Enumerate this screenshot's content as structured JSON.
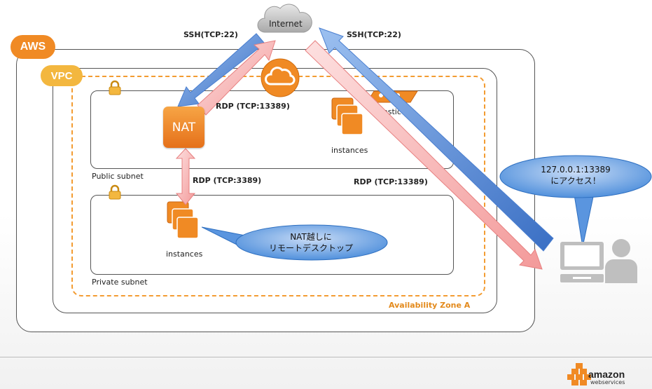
{
  "labels": {
    "internet": "Internet",
    "ssh_left": "SSH(TCP:22)",
    "ssh_right": "SSH(TCP:22)",
    "rdp_top": "RDP (TCP:13389)",
    "rdp_nat": "RDP (TCP:3389)",
    "rdp_right": "RDP (TCP:13389)",
    "aws": "AWS",
    "vpc": "VPC",
    "nat": "NAT",
    "public_instances": "instances",
    "private_instances": "instances",
    "public_subnet": "Public subnet",
    "private_subnet": "Private subnet",
    "availability_zone": "Availability Zone A",
    "elastic": "Elastic"
  },
  "bubbles": {
    "client_line1": "127.0.0.1:13389",
    "client_line2": "にアクセス！",
    "nat_line1": "NAT越しに",
    "nat_line2": "リモートデスクトップ"
  },
  "footer": {
    "logo_main": "amazon",
    "logo_sub": "webservices"
  },
  "colors": {
    "aws_orange": "#f08a24",
    "ssh_blue": "#4a7fd0",
    "rdp_pink": "#f4a0a0",
    "bubble_blue": "#3d84d8"
  }
}
